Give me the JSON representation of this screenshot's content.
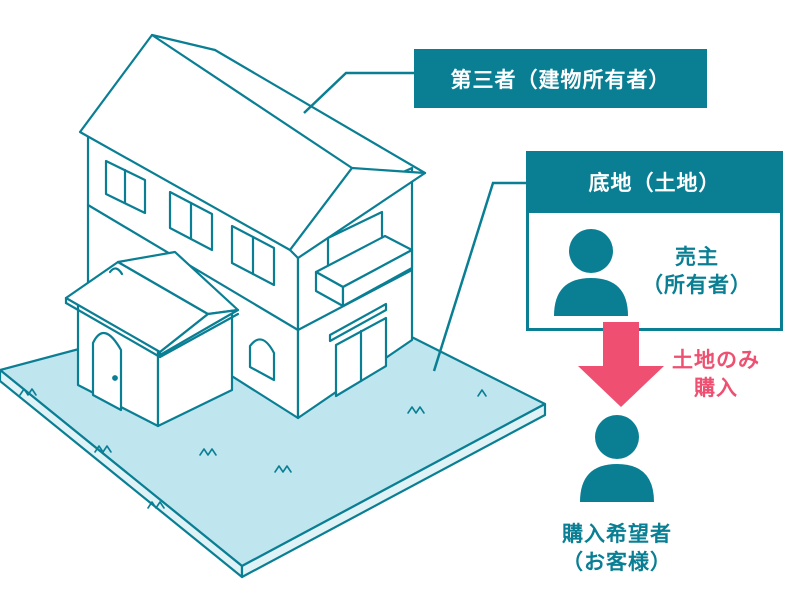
{
  "labels": {
    "building_owner": "第三者（建物所有者）",
    "land": "底地（土地）",
    "seller_line1": "売主",
    "seller_line2": "（所有者）",
    "action_line1": "土地のみ",
    "action_line2": "購入",
    "buyer_line1": "購入希望者",
    "buyer_line2": "（お客様）"
  },
  "colors": {
    "primary": "#0a7f94",
    "lot": "#bfe6ef",
    "accent_arrow": "#ef4f70",
    "outline": "#0a7f94"
  },
  "icons": {
    "seller": "person-icon",
    "buyer": "person-icon",
    "transfer": "arrow-down-icon"
  }
}
